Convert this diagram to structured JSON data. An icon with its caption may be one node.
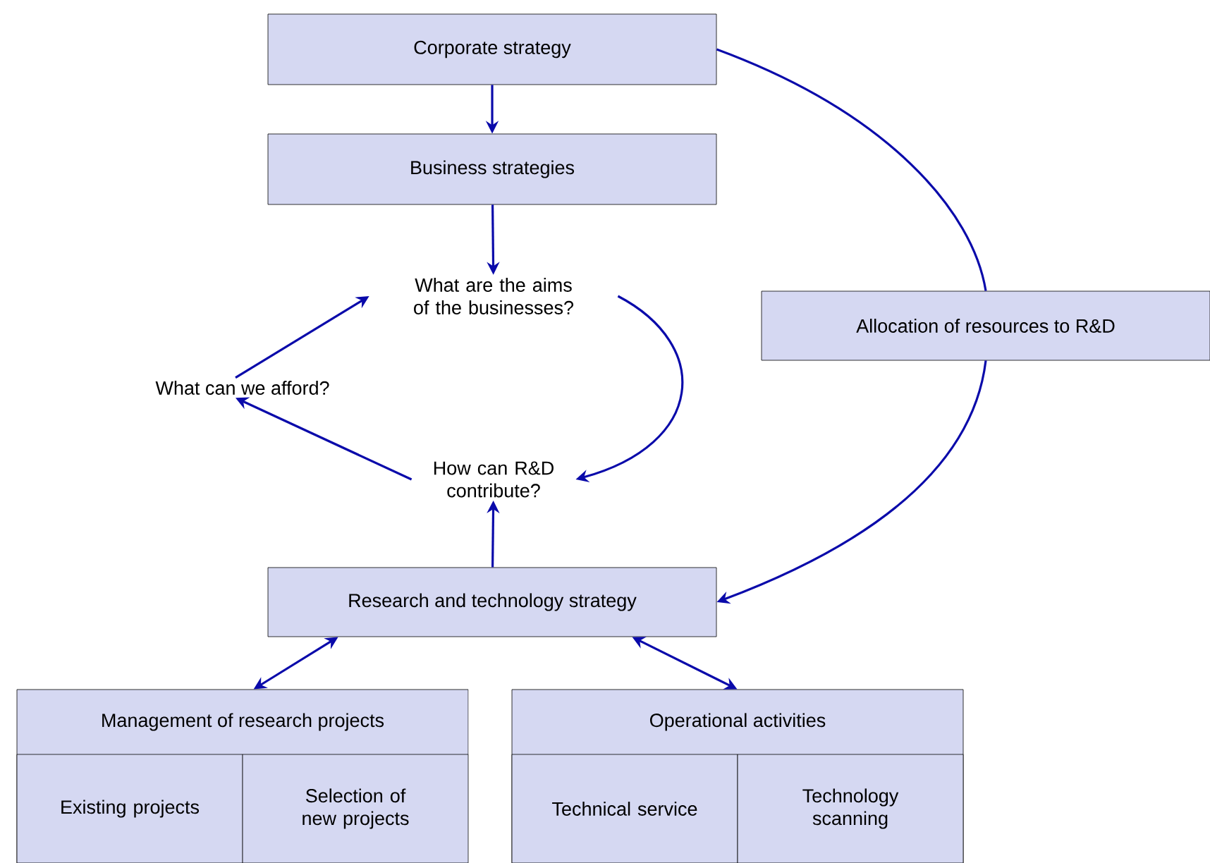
{
  "diagram": {
    "nodes": [
      {
        "text": [
          "Corporate strategy"
        ]
      },
      {
        "text": [
          "Business strategies"
        ]
      },
      {
        "text": [
          "What are the aims of the businesses?"
        ]
      },
      {
        "text": [
          "What can we afford?"
        ]
      },
      {
        "text": [
          "How can R&D contribute?"
        ]
      },
      {
        "text": [
          "Allocation of resources to R&D"
        ]
      },
      {
        "text": [
          "Research and technology strategy"
        ]
      },
      {
        "text": [
          "Management of research projects"
        ]
      },
      {
        "text": [
          "Existing projects"
        ],
        "in": 7
      },
      {
        "text": [
          "Selection of new projects"
        ],
        "in": 7
      },
      {
        "text": [
          "Operational activities"
        ]
      },
      {
        "text": [
          "Technical service"
        ],
        "in": 10
      },
      {
        "text": [
          "Technology scanning"
        ],
        "in": 10
      }
    ],
    "edges": [
      {
        "from": 0,
        "to": 1,
        "arrow": "to"
      },
      {
        "from": 1,
        "to": 2,
        "arrow": "to"
      },
      {
        "from": 2,
        "to": 4,
        "arrow": "to"
      },
      {
        "from": 4,
        "to": 3,
        "arrow": "to"
      },
      {
        "from": 3,
        "to": 2,
        "arrow": "to"
      },
      {
        "from": 0,
        "to": 5,
        "arrow": "none"
      },
      {
        "from": 5,
        "to": 6,
        "arrow": "to"
      },
      {
        "from": 6,
        "to": 4,
        "arrow": "to"
      },
      {
        "from": 6,
        "to": 7,
        "arrow": "both"
      },
      {
        "from": 6,
        "to": 10,
        "arrow": "both"
      }
    ]
  }
}
